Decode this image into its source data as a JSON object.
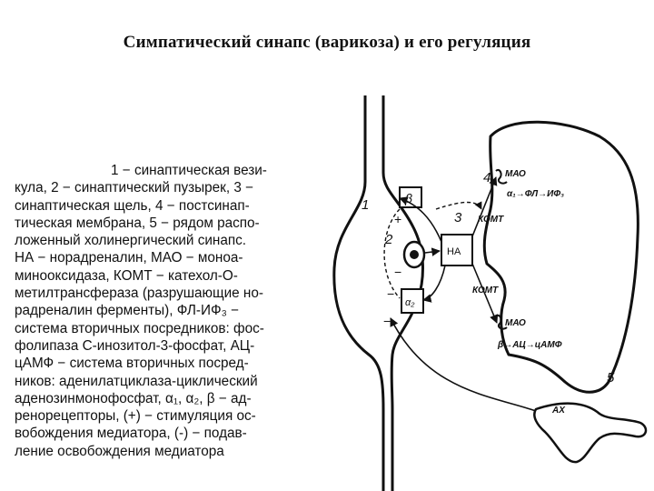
{
  "title": "Симпатический синапс (варикоза) и его регуляция",
  "legend_lines": [
    "1 − синаптическая вези-",
    "кула, 2 − синаптический пузырек, 3 −",
    "синаптическая щель, 4 − постсинап-",
    "тическая мембрана, 5 − рядом распо-",
    "ложенный холинергический синапс.",
    "НА − норадреналин, МАО − моноа-",
    "минооксидаза, КОМТ − катехол-О-",
    "метилтрансфераза (разрушающие но-",
    "радреналин ферменты),  ФЛ-ИФ₃ −",
    "система вторичных посредников: фос-",
    "фолипаза С-инозитол-3-фосфат, АЦ-",
    "цАМФ − система вторичных посред-",
    "ников: аденилатциклаза-циклический",
    "аденозинмонофосфат,  α₁, α₂, β − ад-",
    "ренорецепторы, (+) − стимуляция ос-",
    "вобождения медиатора, (-) − подав-",
    "ление освобождения медиатора"
  ],
  "diagram": {
    "num_1": "1",
    "num_2": "2",
    "num_3": "3",
    "num_4": "4",
    "num_5": "5",
    "beta": "β",
    "na_box": "НА",
    "alpha2": "α₂",
    "mao_top": "МАО",
    "alpha1_chain": "α₁→ФЛ→ИФ₃",
    "komt_top": "КОМТ",
    "komt_mid": "КОМТ",
    "mao_bottom": "МАО",
    "beta_chain": "β→АЦ→цАМФ",
    "ax": "АХ",
    "plus": "+",
    "minus1": "−",
    "minus2": "−",
    "minus3": "−"
  }
}
